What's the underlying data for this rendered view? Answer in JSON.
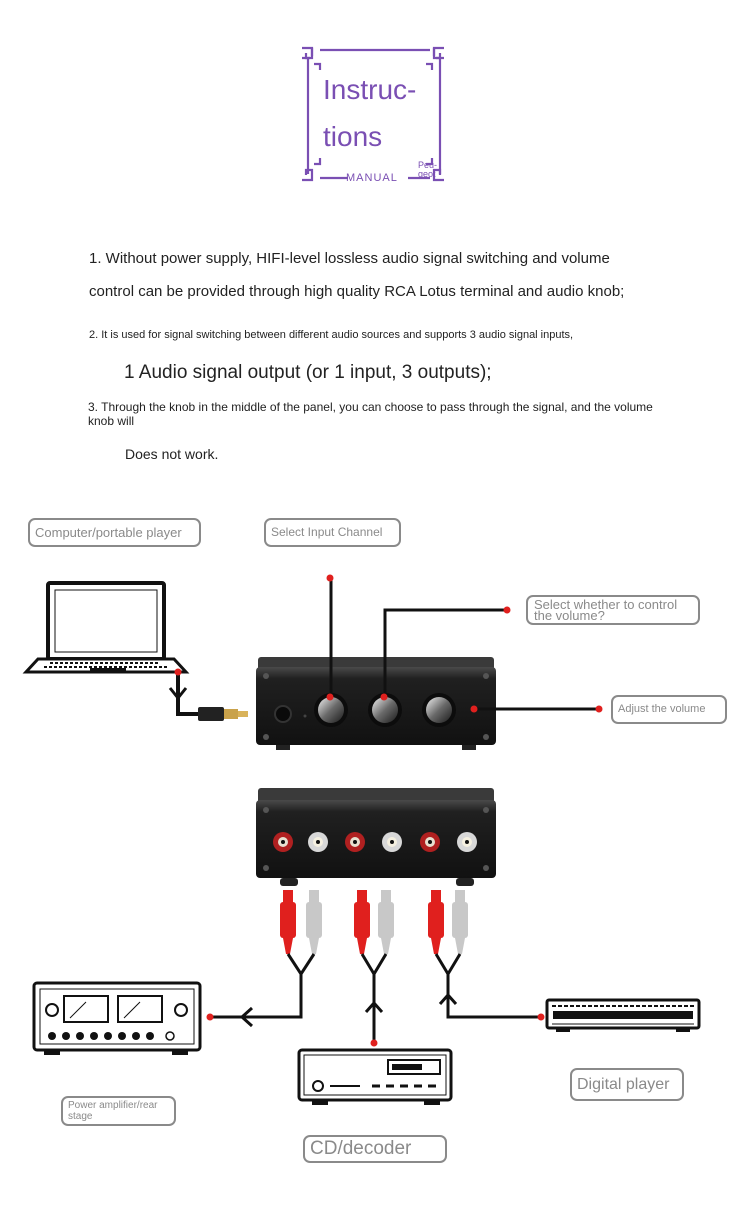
{
  "badge": {
    "title_line1": "Instruc-",
    "title_line2": "tions",
    "subtitle": "MANUAL",
    "small_line1": "Peu-",
    "small_line2": "geot"
  },
  "instructions": {
    "p1_line1": "1. Without power supply, HIFI-level lossless audio signal switching and volume",
    "p1_line2": "control can be provided through high quality RCA Lotus terminal and audio knob;",
    "p2_line1": "2. It is used for signal switching between different audio sources and supports 3 audio signal inputs,",
    "p2_line2": "1 Audio signal output (or 1 input, 3 outputs);",
    "p3_line1": "3. Through the knob in the middle of the panel, you can choose to pass through the signal, and the volume knob will",
    "p3_line2": "Does not work."
  },
  "diagram": {
    "label_computer": "Computer/portable player",
    "label_select_input": "Select Input Channel",
    "label_select_volume": "Select whether to control the volume?",
    "label_adjust_volume": "Adjust the volume",
    "label_power_amp": "Power amplifier/rear stage",
    "label_digital_player": "Digital player",
    "label_cd_decoder": "CD/decoder"
  },
  "colors": {
    "badge_purple": "#7a4fb3",
    "label_gray": "#8a8a8a",
    "plug_red": "#e0201e",
    "plug_white": "#c8c8c8",
    "device_dark": "#1b1b1b"
  },
  "icons": [
    "laptop-icon",
    "audio-jack-icon",
    "switch-front-panel",
    "switch-rear-panel",
    "rca-plug-icon",
    "amplifier-icon",
    "cd-player-icon",
    "digital-player-icon"
  ]
}
